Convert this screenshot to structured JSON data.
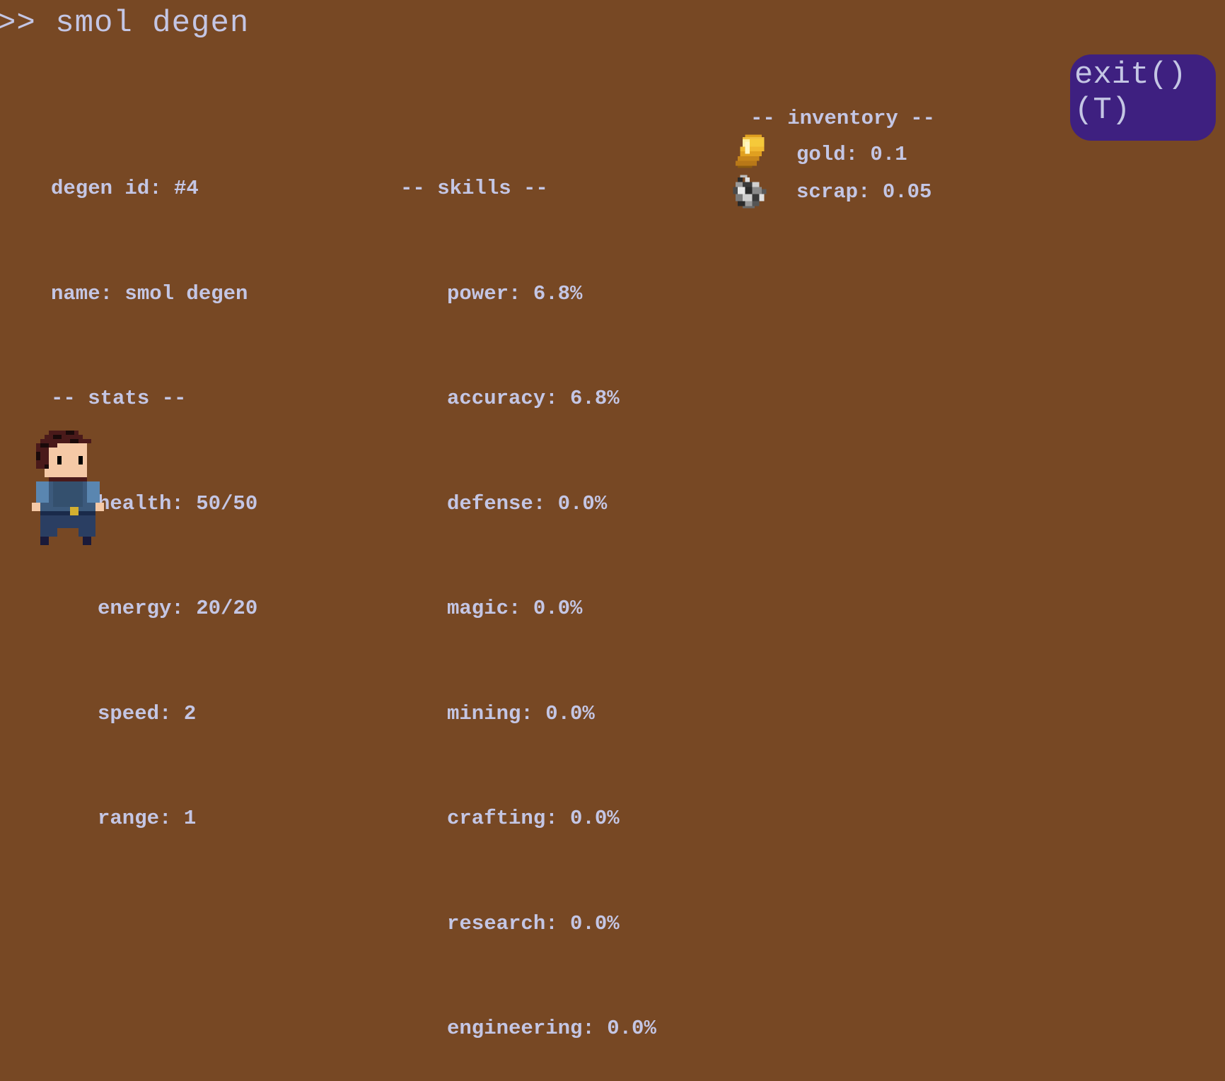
{
  "header": {
    "title": ">> smol degen"
  },
  "exit_button": {
    "line1": "exit()",
    "line2": "(T)"
  },
  "profile": {
    "id_label": "degen id: #4",
    "name_label": "name: smol degen",
    "stats_header": "-- stats --",
    "stats": [
      "health: 50/50",
      "energy: 20/20",
      "speed: 2",
      "range: 1"
    ]
  },
  "skills": {
    "header": "-- skills --",
    "items": [
      "power: 6.8%",
      "accuracy: 6.8%",
      "defense: 0.0%",
      "magic: 0.0%",
      "mining: 0.0%",
      "crafting: 0.0%",
      "research: 0.0%",
      "engineering: 0.0%"
    ]
  },
  "inventory": {
    "header": "-- inventory --",
    "items": [
      {
        "icon": "gold-bar-icon",
        "label": "gold: 0.1"
      },
      {
        "icon": "scrap-metal-icon",
        "label": "scrap: 0.05"
      }
    ]
  },
  "colors": {
    "background": "#774824",
    "text": "#c4c6e4",
    "exit_button_bg": "#3e2080"
  }
}
